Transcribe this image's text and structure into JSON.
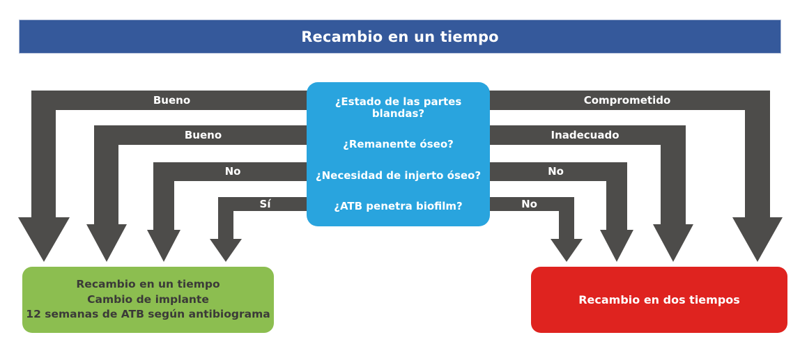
{
  "header": {
    "title": "Recambio en un tiempo"
  },
  "decision_box": {
    "questions": [
      "¿Estado de las partes blandas?",
      "¿Remanente óseo?",
      "¿Necesidad de injerto óseo?",
      "¿ATB penetra biofilm?"
    ]
  },
  "branches": {
    "left": [
      {
        "label": "Bueno"
      },
      {
        "label": "Bueno"
      },
      {
        "label": "No"
      },
      {
        "label": "Sí"
      }
    ],
    "right": [
      {
        "label": "Comprometido"
      },
      {
        "label": "Inadecuado"
      },
      {
        "label": "No"
      },
      {
        "label": "No"
      }
    ]
  },
  "outcomes": {
    "one_stage": {
      "lines": [
        "Recambio en un tiempo",
        "Cambio de implante",
        "12 semanas de ATB según antibiograma"
      ]
    },
    "two_stage": {
      "label": "Recambio en dos tiempos"
    }
  },
  "colors": {
    "header_blue": "#35599B",
    "question_blue": "#29A4DE",
    "arrow_gray": "#4D4C4A",
    "outcome_green": "#8CBE50",
    "outcome_red": "#DF231F",
    "green_text": "#3B3A38"
  }
}
